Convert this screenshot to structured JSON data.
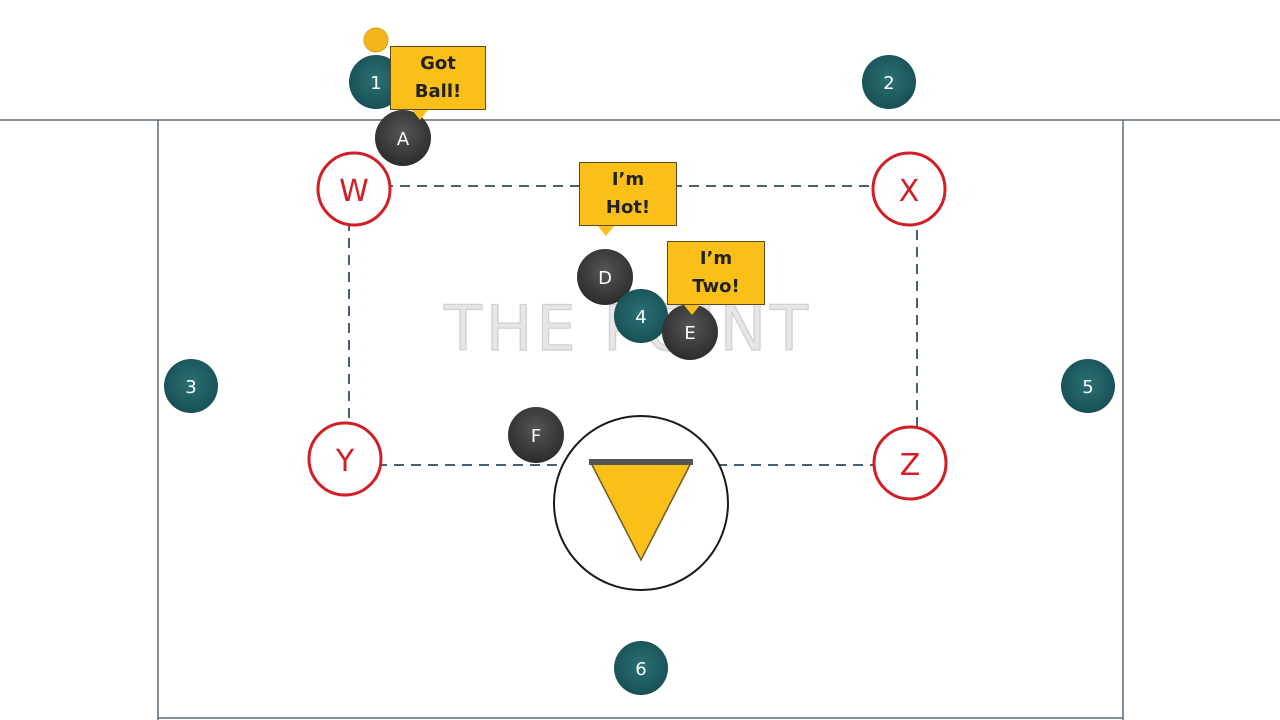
{
  "watermark": "THE POINT",
  "offense": [
    {
      "label": "1"
    },
    {
      "label": "2"
    },
    {
      "label": "3"
    },
    {
      "label": "4"
    },
    {
      "label": "5"
    },
    {
      "label": "6"
    }
  ],
  "defense": [
    {
      "label": "A"
    },
    {
      "label": "D"
    },
    {
      "label": "E"
    },
    {
      "label": "F"
    }
  ],
  "markers": [
    {
      "label": "W"
    },
    {
      "label": "X"
    },
    {
      "label": "Y"
    },
    {
      "label": "Z"
    }
  ],
  "callouts": [
    {
      "text": "Got\nBall!"
    },
    {
      "text": "I’m\nHot!"
    },
    {
      "text": "I’m\nTwo!"
    }
  ],
  "colors": {
    "offense": "#1d5a5f",
    "defense": "#3d3d3d",
    "marker": "#d11f25",
    "callout": "#fbbf1a",
    "ball": "#f2b51b",
    "goal": "#fbbf1a",
    "lines": "#5a6b78"
  }
}
